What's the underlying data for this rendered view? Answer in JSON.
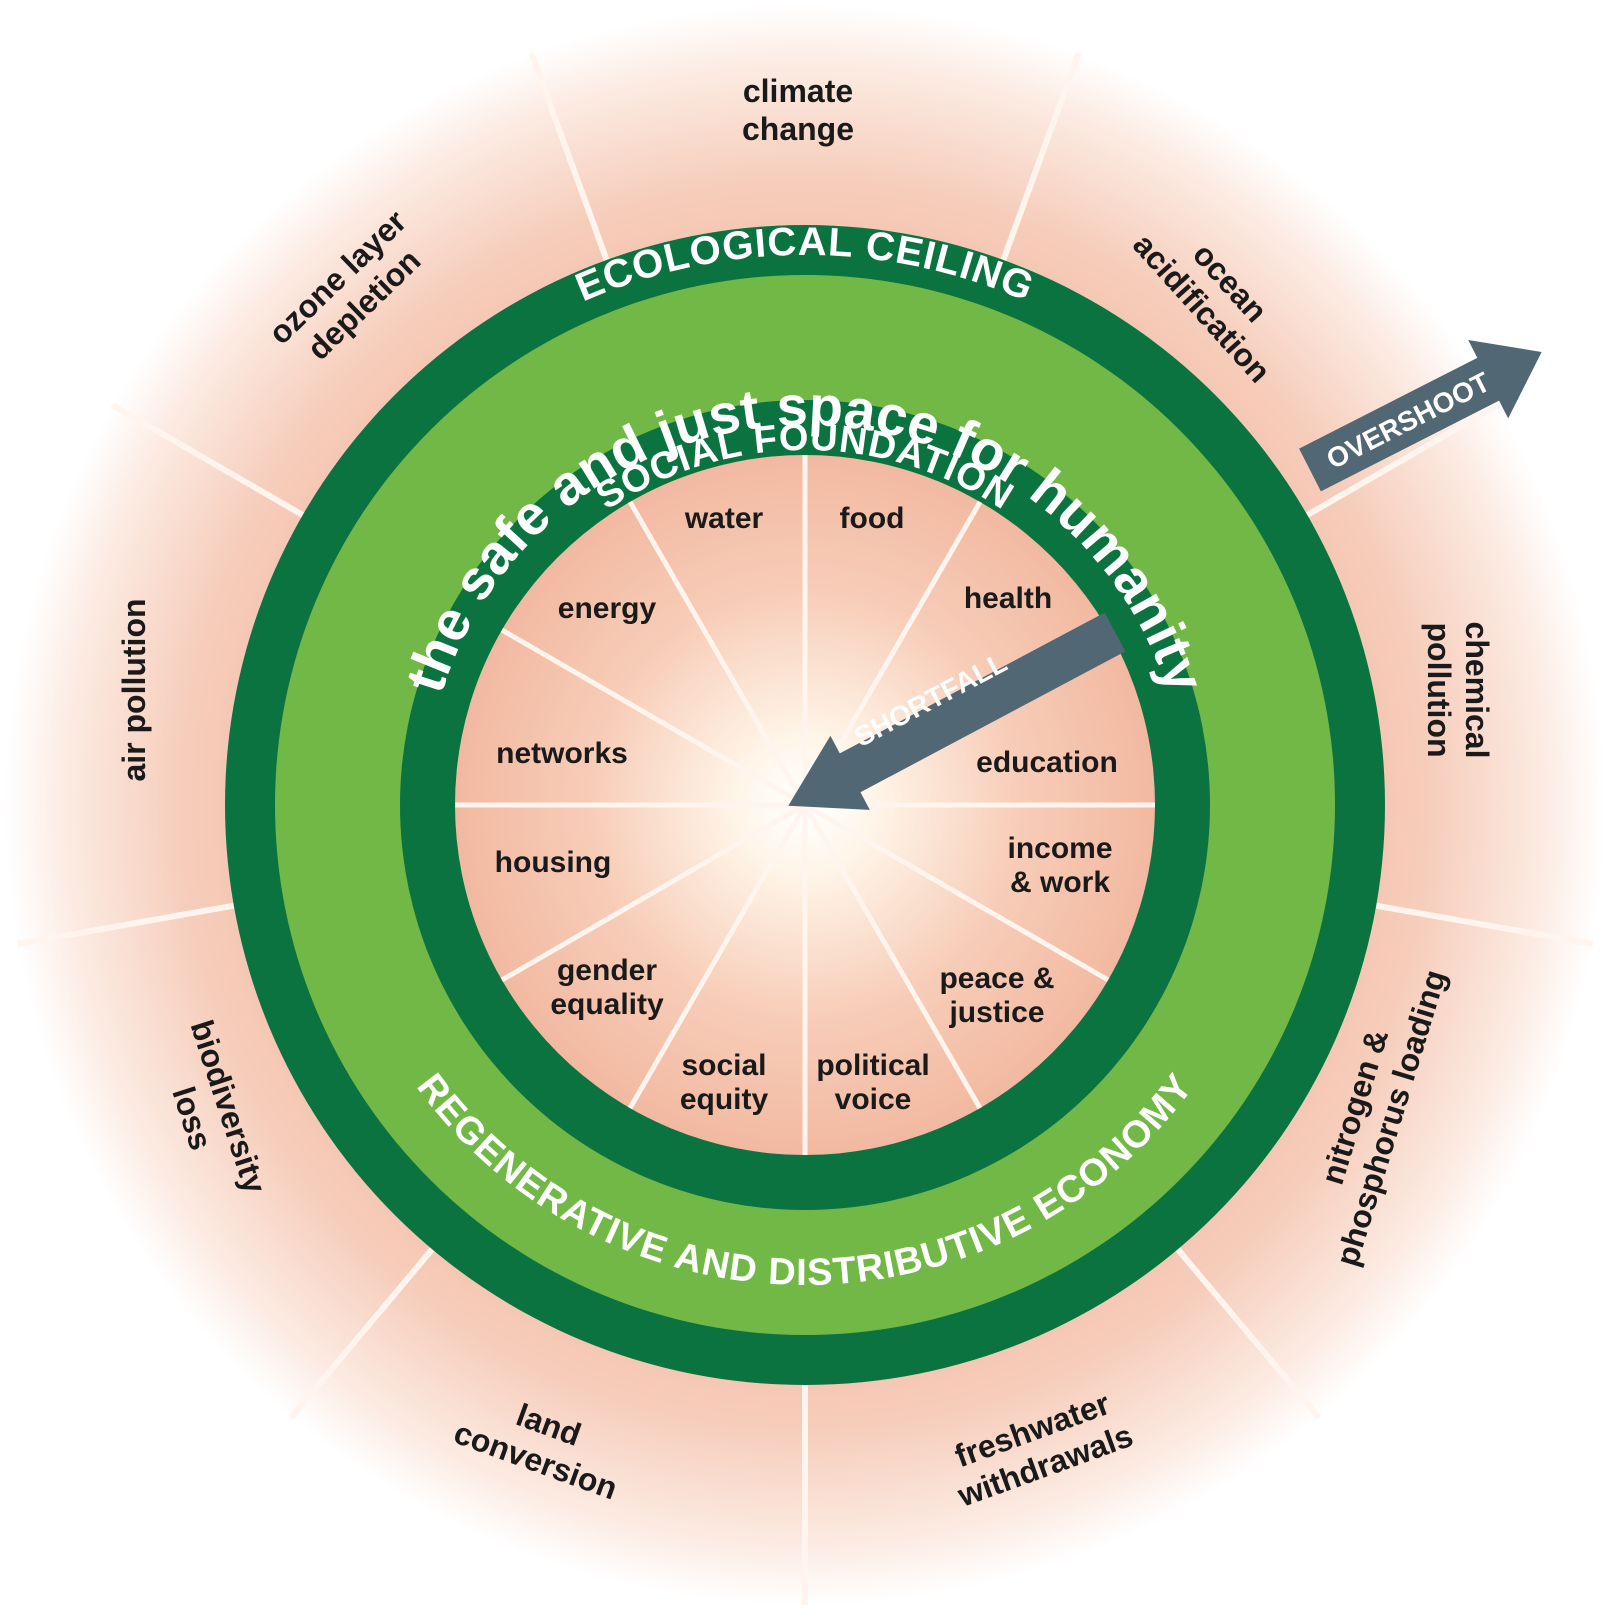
{
  "colors": {
    "outer_ring": "#0b7340",
    "middle_ring": "#72b846",
    "wedge": "#f2b8a0",
    "wedge_center": "#fffaf0",
    "divider": "#fff4ee",
    "arrow": "#516773",
    "label": "#1a1a1a",
    "ring_text": "#ffffff"
  },
  "ecological_ceiling": {
    "title": "ECOLOGICAL CEILING",
    "dimensions": [
      "climate change",
      "ocean acidification",
      "chemical pollution",
      "nitrogen & phosphorus loading",
      "freshwater withdrawals",
      "land conversion",
      "biodiversity loss",
      "air pollution",
      "ozone layer depletion"
    ]
  },
  "safe_space": {
    "title": "the safe and just space for humanity"
  },
  "economy": {
    "title": "REGENERATIVE AND DISTRIBUTIVE ECONOMY"
  },
  "social_foundation": {
    "title": "SOCIAL FOUNDATION",
    "dimensions": [
      "food",
      "health",
      "education",
      "income & work",
      "peace & justice",
      "political voice",
      "social equity",
      "gender equality",
      "housing",
      "networks",
      "energy",
      "water"
    ]
  },
  "arrows": {
    "overshoot": "OVERSHOOT",
    "shortfall": "SHORTFALL"
  }
}
